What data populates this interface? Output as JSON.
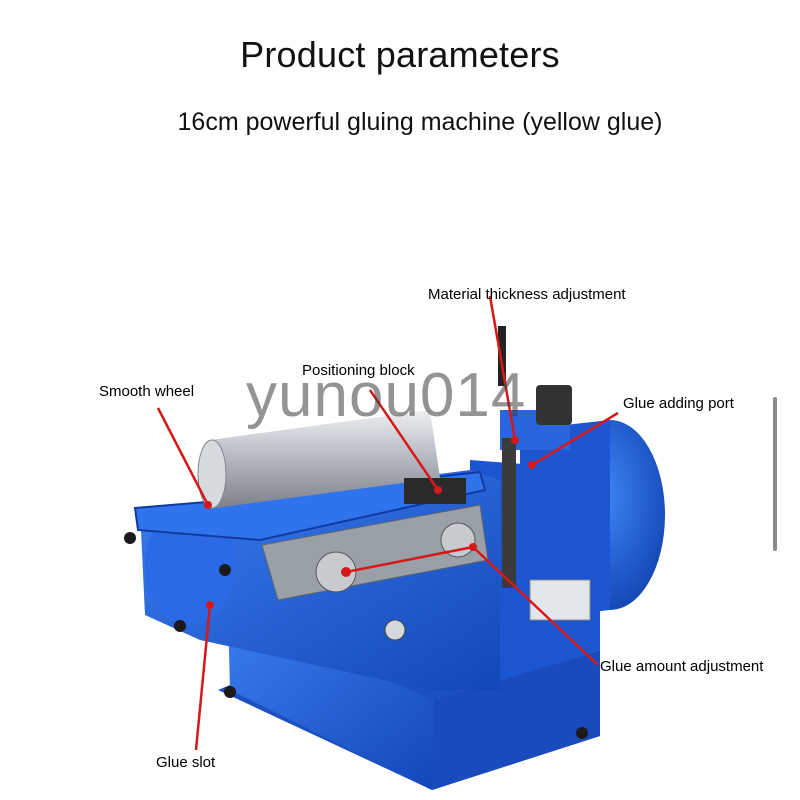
{
  "header": {
    "title": "Product parameters",
    "subtitle": "16cm powerful gluing machine (yellow glue)"
  },
  "labels": {
    "material_thickness": "Material thickness adjustment",
    "positioning_block": "Positioning block",
    "smooth_wheel": "Smooth wheel",
    "glue_adding_port": "Glue adding port",
    "glue_amount": "Glue amount adjustment",
    "glue_slot": "Glue slot"
  },
  "watermark": "yunou014",
  "colors": {
    "machine_blue": "#1f5fd6",
    "pointer_red": "#d81818",
    "roller_silver": "#c9ccd1"
  }
}
